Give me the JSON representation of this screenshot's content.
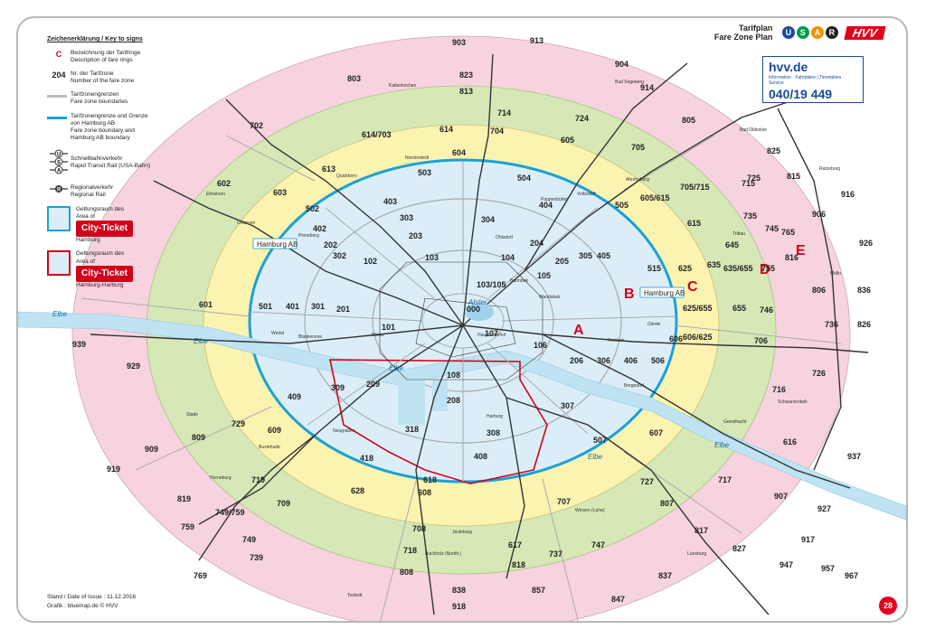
{
  "legend": {
    "heading": "Zeichenerklärung / Key to signs",
    "ring_symbol": "C",
    "ring_de": "Bezeichnung der Tarifringe",
    "ring_en": "Description of fare rings",
    "zone_symbol": "204",
    "zone_de": "Nr. der Tarifzone",
    "zone_en": "Number of the fare zone",
    "bound_de": "Tarifzonengrenzen",
    "bound_en": "Fare zone boundaries",
    "hab_de1": "Tarifzonengrenze und Grenze",
    "hab_de2": "von Hamburg AB",
    "hab_en1": "Fare zone boundary and",
    "hab_en2": "Hamburg AB boundary",
    "rail_de": "Schnellbahnverkehr",
    "rail_en": "Rapid Transit Rail (USA-Bahn)",
    "reg_de": "Regionalverkehr",
    "reg_en": "Regional Rail",
    "ct1_de": "Geltungsraum des",
    "ct1_en": "Area of",
    "ct1_logo": "City-Ticket",
    "ct1_city": "Hamburg",
    "ct2_de": "Geltungsraum des",
    "ct2_en": "Area of",
    "ct2_logo": "City-Ticket",
    "ct2_city": "Hamburg-Harburg"
  },
  "header": {
    "title1": "Tarifplan",
    "title2": "Fare Zone Plan",
    "usar": [
      "U",
      "S",
      "A",
      "R"
    ],
    "brand": "HVV"
  },
  "info": {
    "url": "hvv.de",
    "subline": "Information · Fahrpläne | Timetables · Service",
    "phone": "040/19 449"
  },
  "footer": {
    "date": "Stand / Date of Issue : 11.12.2016",
    "credit": "Grafik : bluemap.de © HVV"
  },
  "page_number": "28",
  "rings": {
    "A": "A",
    "B": "B",
    "C": "C",
    "D": "D",
    "E": "E"
  },
  "labels": {
    "hamburg_ab_left": "Hamburg AB",
    "hamburg_ab_right": "Hamburg AB",
    "elbe": "Elbe",
    "alster": "Alster"
  },
  "zones": {
    "z000": "000",
    "z101": "101",
    "z201": "201",
    "z301": "301",
    "z401": "401",
    "z501": "501",
    "z102": "102",
    "z202": "202",
    "z302": "302",
    "z402": "402",
    "z502": "502",
    "z602": "602",
    "z103": "103",
    "z203": "203",
    "z303": "303",
    "z403": "403",
    "z503": "503",
    "z603": "603",
    "z104": "104",
    "z204": "204",
    "z304": "304",
    "z404": "404",
    "z504": "504",
    "z604": "604",
    "z105": "105",
    "z205": "205",
    "z305": "305",
    "z405": "405",
    "z505": "505",
    "z605": "605",
    "z106": "106",
    "z206": "206",
    "z306": "306",
    "z406": "406",
    "z506": "506",
    "z606": "606",
    "z107": "107",
    "z108": "108",
    "z208": "208",
    "z307": "307",
    "z308": "308",
    "z507": "507",
    "z209": "209",
    "z309": "309",
    "z409": "409",
    "z408": "408",
    "z418": "418",
    "z318": "318",
    "z515": "515",
    "z615": "615",
    "z625": "625",
    "z635": "635",
    "z645": "645",
    "z655": "655",
    "z714": "714",
    "z704": "704",
    "z614": "614",
    "z613": "613",
    "z702": "702",
    "z803": "803",
    "z813": "813",
    "z823": "823",
    "z903": "903",
    "z913": "913",
    "z904": "904",
    "z914": "914",
    "z724": "724",
    "z705": "705",
    "z805": "805",
    "z725": "725",
    "z735": "735",
    "z745": "745",
    "z755": "755",
    "z765": "765",
    "z815": "815",
    "z825": "825",
    "z816": "816",
    "z836": "836",
    "z806": "806",
    "z826": "826",
    "z916": "916",
    "z926": "926",
    "z906": "906",
    "z736": "736",
    "z726": "726",
    "z716": "716",
    "z706": "706",
    "z746": "746",
    "z616": "616",
    "z607": "607",
    "z717": "717",
    "z727": "727",
    "z707": "707",
    "z737": "737",
    "z747": "747",
    "z617": "617",
    "z618": "618",
    "z628": "628",
    "z608": "608",
    "z708": "708",
    "z718": "718",
    "z808": "808",
    "z818": "818",
    "z838": "838",
    "z918": "918",
    "z817": "817",
    "z807": "807",
    "z827": "827",
    "z837": "837",
    "z847": "847",
    "z857": "857",
    "z907": "907",
    "z917": "917",
    "z927": "927",
    "z937": "937",
    "z947": "947",
    "z957": "957",
    "z967": "967",
    "z739": "739",
    "z749": "749",
    "z759": "759",
    "z769": "769",
    "z709": "709",
    "z719": "719",
    "z729": "729",
    "z809": "809",
    "z819": "819",
    "z909": "909",
    "z919": "919",
    "z929": "929",
    "z939": "939",
    "z609": "609",
    "z601": "601",
    "z655b": "625/655",
    "z605b": "605/615",
    "z606b": "606/625",
    "z715": "715",
    "z635b": "635/655",
    "z705b": "705/715",
    "z614b": "614/703",
    "z103b": "103/105",
    "z749b": "749/759"
  },
  "places": {
    "hamburg_hbf": "Hauptbahnhof",
    "altona": "Altona",
    "harburg": "Harburg",
    "wandsbek": "Wandsbek",
    "bergedorf": "Bergedorf",
    "norderstedt": "Norderstedt",
    "pinneberg": "Pinneberg",
    "ahrensburg": "Ahrensburg",
    "buxtehude": "Buxtehude",
    "stade": "Stade",
    "elmshorn": "Elmshorn",
    "bad_oldesloe": "Bad Oldesloe",
    "geesthacht": "Geesthacht",
    "winsen": "Winsen (Luhe)",
    "lueneburg": "Lüneburg",
    "buchholz": "Buchholz (Nordh.)",
    "kaltenkirchen": "Kaltenkirchen",
    "reinbek": "Reinbek",
    "wedel": "Wedel",
    "blankenese": "Blankenese",
    "barmbek": "Barmbek",
    "ohlsdorf": "Ohlsdorf",
    "poppenbuettel": "Poppenbüttel",
    "volksdorf": "Volksdorf",
    "glinde": "Glinde",
    "neugraben": "Neugraben",
    "quickborn": "Quickborn",
    "uetersen": "Uetersen",
    "trittau": "Trittau",
    "schwarzenbek": "Schwarzenbek",
    "moelln": "Mölln",
    "ratzeburg": "Ratzeburg",
    "bad_segeberg": "Bad Segeberg",
    "tostedt": "Tostedt",
    "jesteburg": "Jesteburg",
    "horneburg": "Horneburg"
  },
  "colors": {
    "pink": "#f7d3df",
    "green": "#d6e8b5",
    "yellow": "#fbf3b0",
    "lightblue": "#dbeef8",
    "hamburg_blue": "#1ba0d8",
    "harburg_red": "#d0021b",
    "elbe": "#bfe3f2"
  }
}
